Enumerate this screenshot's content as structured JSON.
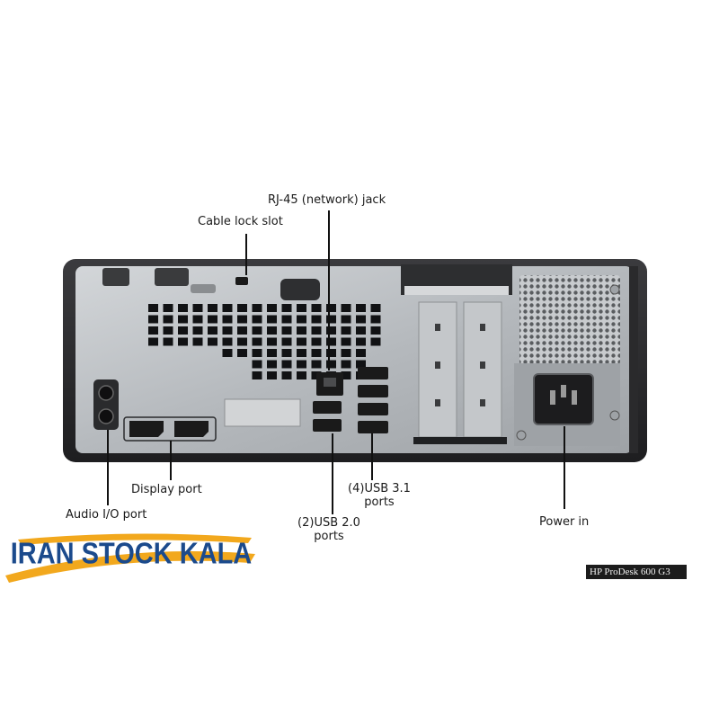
{
  "labels": {
    "rj45": "RJ-45 (network) jack",
    "cable_lock": "Cable lock slot",
    "display_port": "Display port",
    "audio_io": "Audio I/O port",
    "usb31_line1": "(4)USB 3.1",
    "usb31_line2": "ports",
    "usb20_line1": "(2)USB 2.0",
    "usb20_line2": "ports",
    "power_in": "Power in"
  },
  "watermark": {
    "text": "IRAN STOCK KALA",
    "text_color": "#1b4a8c",
    "swoosh_color": "#f2a81d"
  },
  "caption": "HP ProDesk 600 G3",
  "colors": {
    "chassis_outer": "#2b2b2d",
    "chassis_panel": "#b9bcbf",
    "port_black": "#1a1a1a",
    "leader_line": "#111111"
  }
}
